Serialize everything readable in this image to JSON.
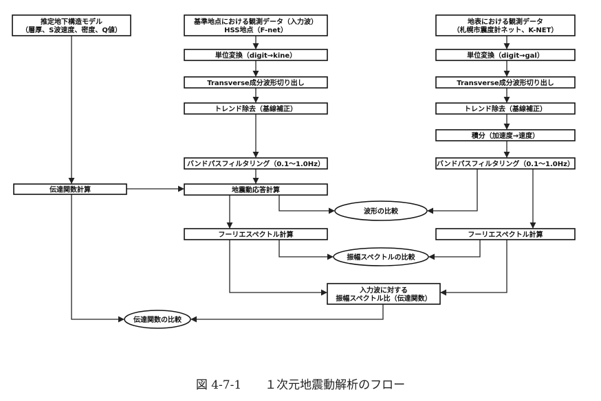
{
  "boxes": [
    {
      "id": "model",
      "lines": [
        "推定地下構造モデル",
        "（層厚、S波速度、密度、Q値）"
      ]
    },
    {
      "id": "hss_in",
      "lines": [
        "基準地点における観測データ（入力波）",
        "HSS地点（F-net）"
      ]
    },
    {
      "id": "surf_in",
      "lines": [
        "地表における観測データ",
        "（札幌市震度計ネット、K-NET）"
      ]
    },
    {
      "id": "unit_kine",
      "lines": [
        "単位変換（digit→kine）"
      ]
    },
    {
      "id": "unit_gal",
      "lines": [
        "単位変換（digit→gal）"
      ]
    },
    {
      "id": "trans_l",
      "lines": [
        "Transverse成分波形切り出し"
      ]
    },
    {
      "id": "trans_r",
      "lines": [
        "Transverse成分波形切り出し"
      ]
    },
    {
      "id": "trend_l",
      "lines": [
        "トレンド除去（基線補正）"
      ]
    },
    {
      "id": "trend_r",
      "lines": [
        "トレンド除去（基線補正）"
      ]
    },
    {
      "id": "integ",
      "lines": [
        "積分（加速度→速度）"
      ]
    },
    {
      "id": "band_l",
      "lines": [
        "バンドパスフィルタリング（0.1～1.0Hz）"
      ]
    },
    {
      "id": "band_r",
      "lines": [
        "バンドパスフィルタリング（0.1～1.0Hz）"
      ]
    },
    {
      "id": "transfer",
      "lines": [
        "伝達関数計算"
      ]
    },
    {
      "id": "response",
      "lines": [
        "地震動応答計算"
      ]
    },
    {
      "id": "fourier_l",
      "lines": [
        "フーリエスペクトル計算"
      ]
    },
    {
      "id": "fourier_r",
      "lines": [
        "フーリエスペクトル計算"
      ]
    },
    {
      "id": "ratio",
      "lines": [
        "入力波に対する",
        "振幅スペクトル比（伝達関数）"
      ]
    }
  ],
  "ellipses": [
    {
      "id": "cmp_wave",
      "label": "波形の比較"
    },
    {
      "id": "cmp_amp",
      "label": "振幅スペクトルの比較"
    },
    {
      "id": "cmp_tf",
      "label": "伝達関数の比較"
    }
  ],
  "caption": "図 4-7-1　　１次元地震動解析のフロー"
}
